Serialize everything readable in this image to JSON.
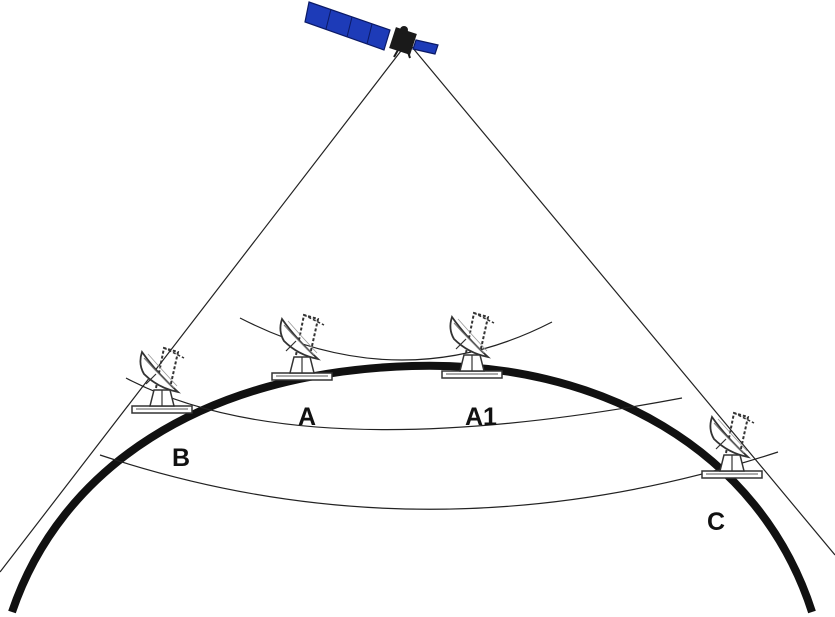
{
  "labels": {
    "a": "A",
    "a1": "A1",
    "b": "B",
    "c": "C"
  },
  "icons": {
    "satellite": "satellite-icon",
    "dish": "satellite-dish-icon"
  },
  "colors": {
    "background": "#ffffff",
    "earth_outline": "#111111",
    "lines": "#222222",
    "solar_panel": "#1d3bb8",
    "satellite_body": "#1a1a1a"
  }
}
